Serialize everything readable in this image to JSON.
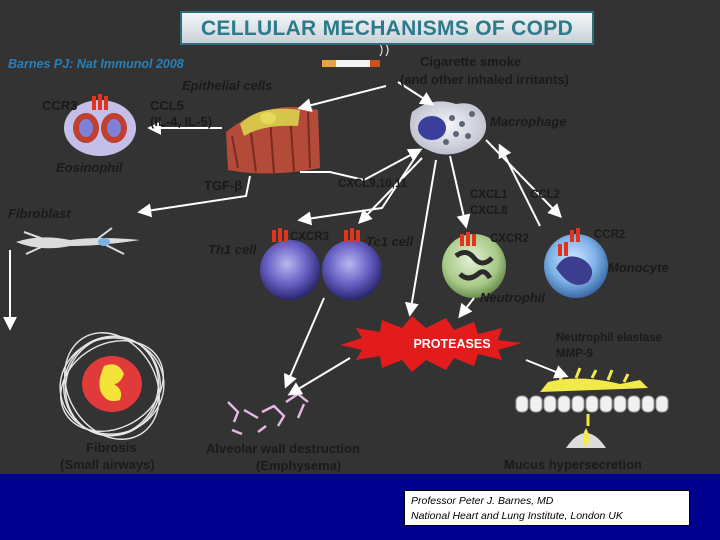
{
  "title": "CELLULAR MECHANISMS OF COPD",
  "citation": "Barnes PJ: Nat Immunol 2008",
  "labels": {
    "epithelial_cells": "Epithelial cells",
    "cigarette_smoke_line1": "Cigarette smoke",
    "cigarette_smoke_line2": "(and other inhaled irritants)",
    "ccr3": "CCR3",
    "ccl5_line1": "CCL5",
    "ccl5_line2": "(IL-4, IL-5)",
    "macrophage": "Macrophage",
    "eosinophil": "Eosinophil",
    "tgf_beta": "TGF-β",
    "cxcl9": "CXCL9,10,11",
    "cxcl1": "CXCL1",
    "cxcl8": "CXCL8",
    "ccl2": "CCL2",
    "fibroblast": "Fibroblast",
    "th1_cell": "Th1 cell",
    "cxcr3": "CXCR3",
    "tc1_cell": "Tc1 cell",
    "cxcr2": "CXCR2",
    "ccr2": "CCR2",
    "monocyte": "Monocyte",
    "neutrophil": "Neutrophil",
    "proteases": "PROTEASES",
    "neutrophil_elastase": "Neutrophil elastase",
    "mmp9": "MMP-9",
    "fibrosis_line1": "Fibrosis",
    "fibrosis_line2": "(Small airways)",
    "alveolar_line1": "Alveolar wall destruction",
    "alveolar_line2": "(Emphysema)",
    "mucus": "Mucus hypersecretion"
  },
  "credit": {
    "line1": "Professor Peter J. Barnes, MD",
    "line2": "National Heart and Lung Institute, London UK"
  },
  "colors": {
    "background": "#333333",
    "footer": "#00008f",
    "title_text": "#2d7a8a",
    "citation": "#2a7fb8",
    "proteases_burst": "#e21c1c",
    "receptor": "#e0341f"
  }
}
